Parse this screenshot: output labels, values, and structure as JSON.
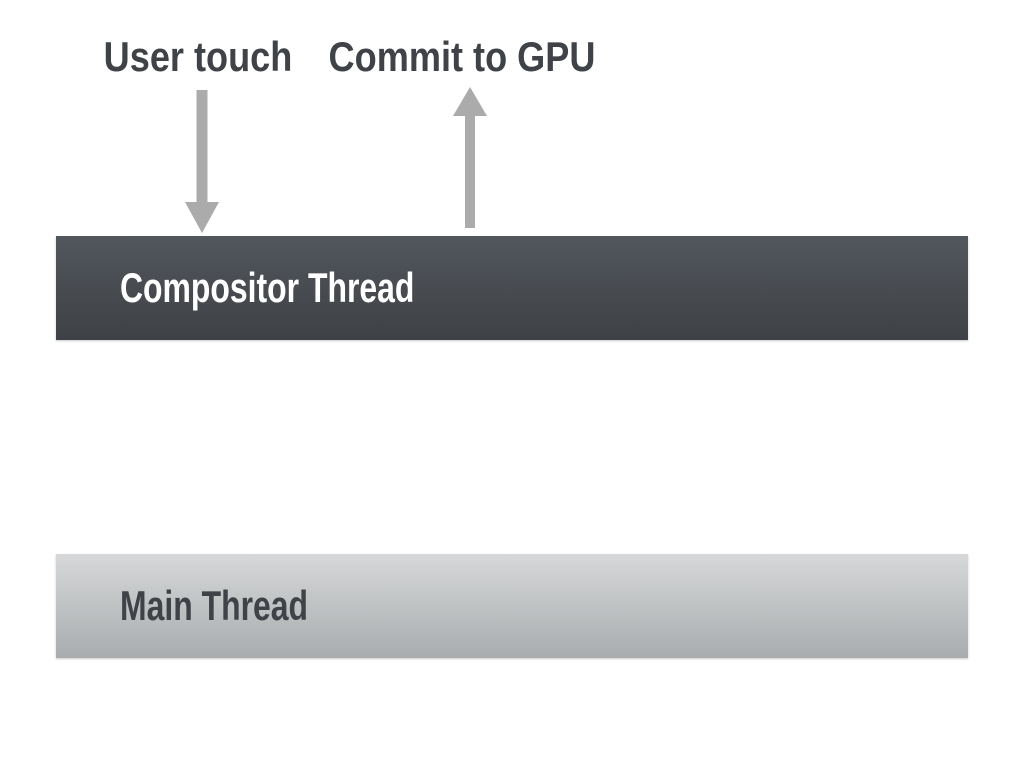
{
  "diagram": {
    "annotations": [
      {
        "label": "User touch",
        "arrow_direction": "down",
        "points_to": "Compositor Thread"
      },
      {
        "label": "Commit to GPU",
        "arrow_direction": "up",
        "points_from": "Compositor Thread"
      }
    ],
    "bars": [
      {
        "label": "Compositor Thread",
        "style": "dark"
      },
      {
        "label": "Main Thread",
        "style": "light"
      }
    ],
    "icons": [
      {
        "name": "arrow-down-icon"
      },
      {
        "name": "arrow-up-icon"
      }
    ],
    "colors": {
      "background": "#ffffff",
      "bar_dark_top": "#52575d",
      "bar_dark_bottom": "#3e4145",
      "bar_light_top": "#d6d8d9",
      "bar_light_bottom": "#a9acae",
      "arrow_gray": "#ababab",
      "text_dark": "#3f4347",
      "text_light": "#ffffff"
    }
  }
}
